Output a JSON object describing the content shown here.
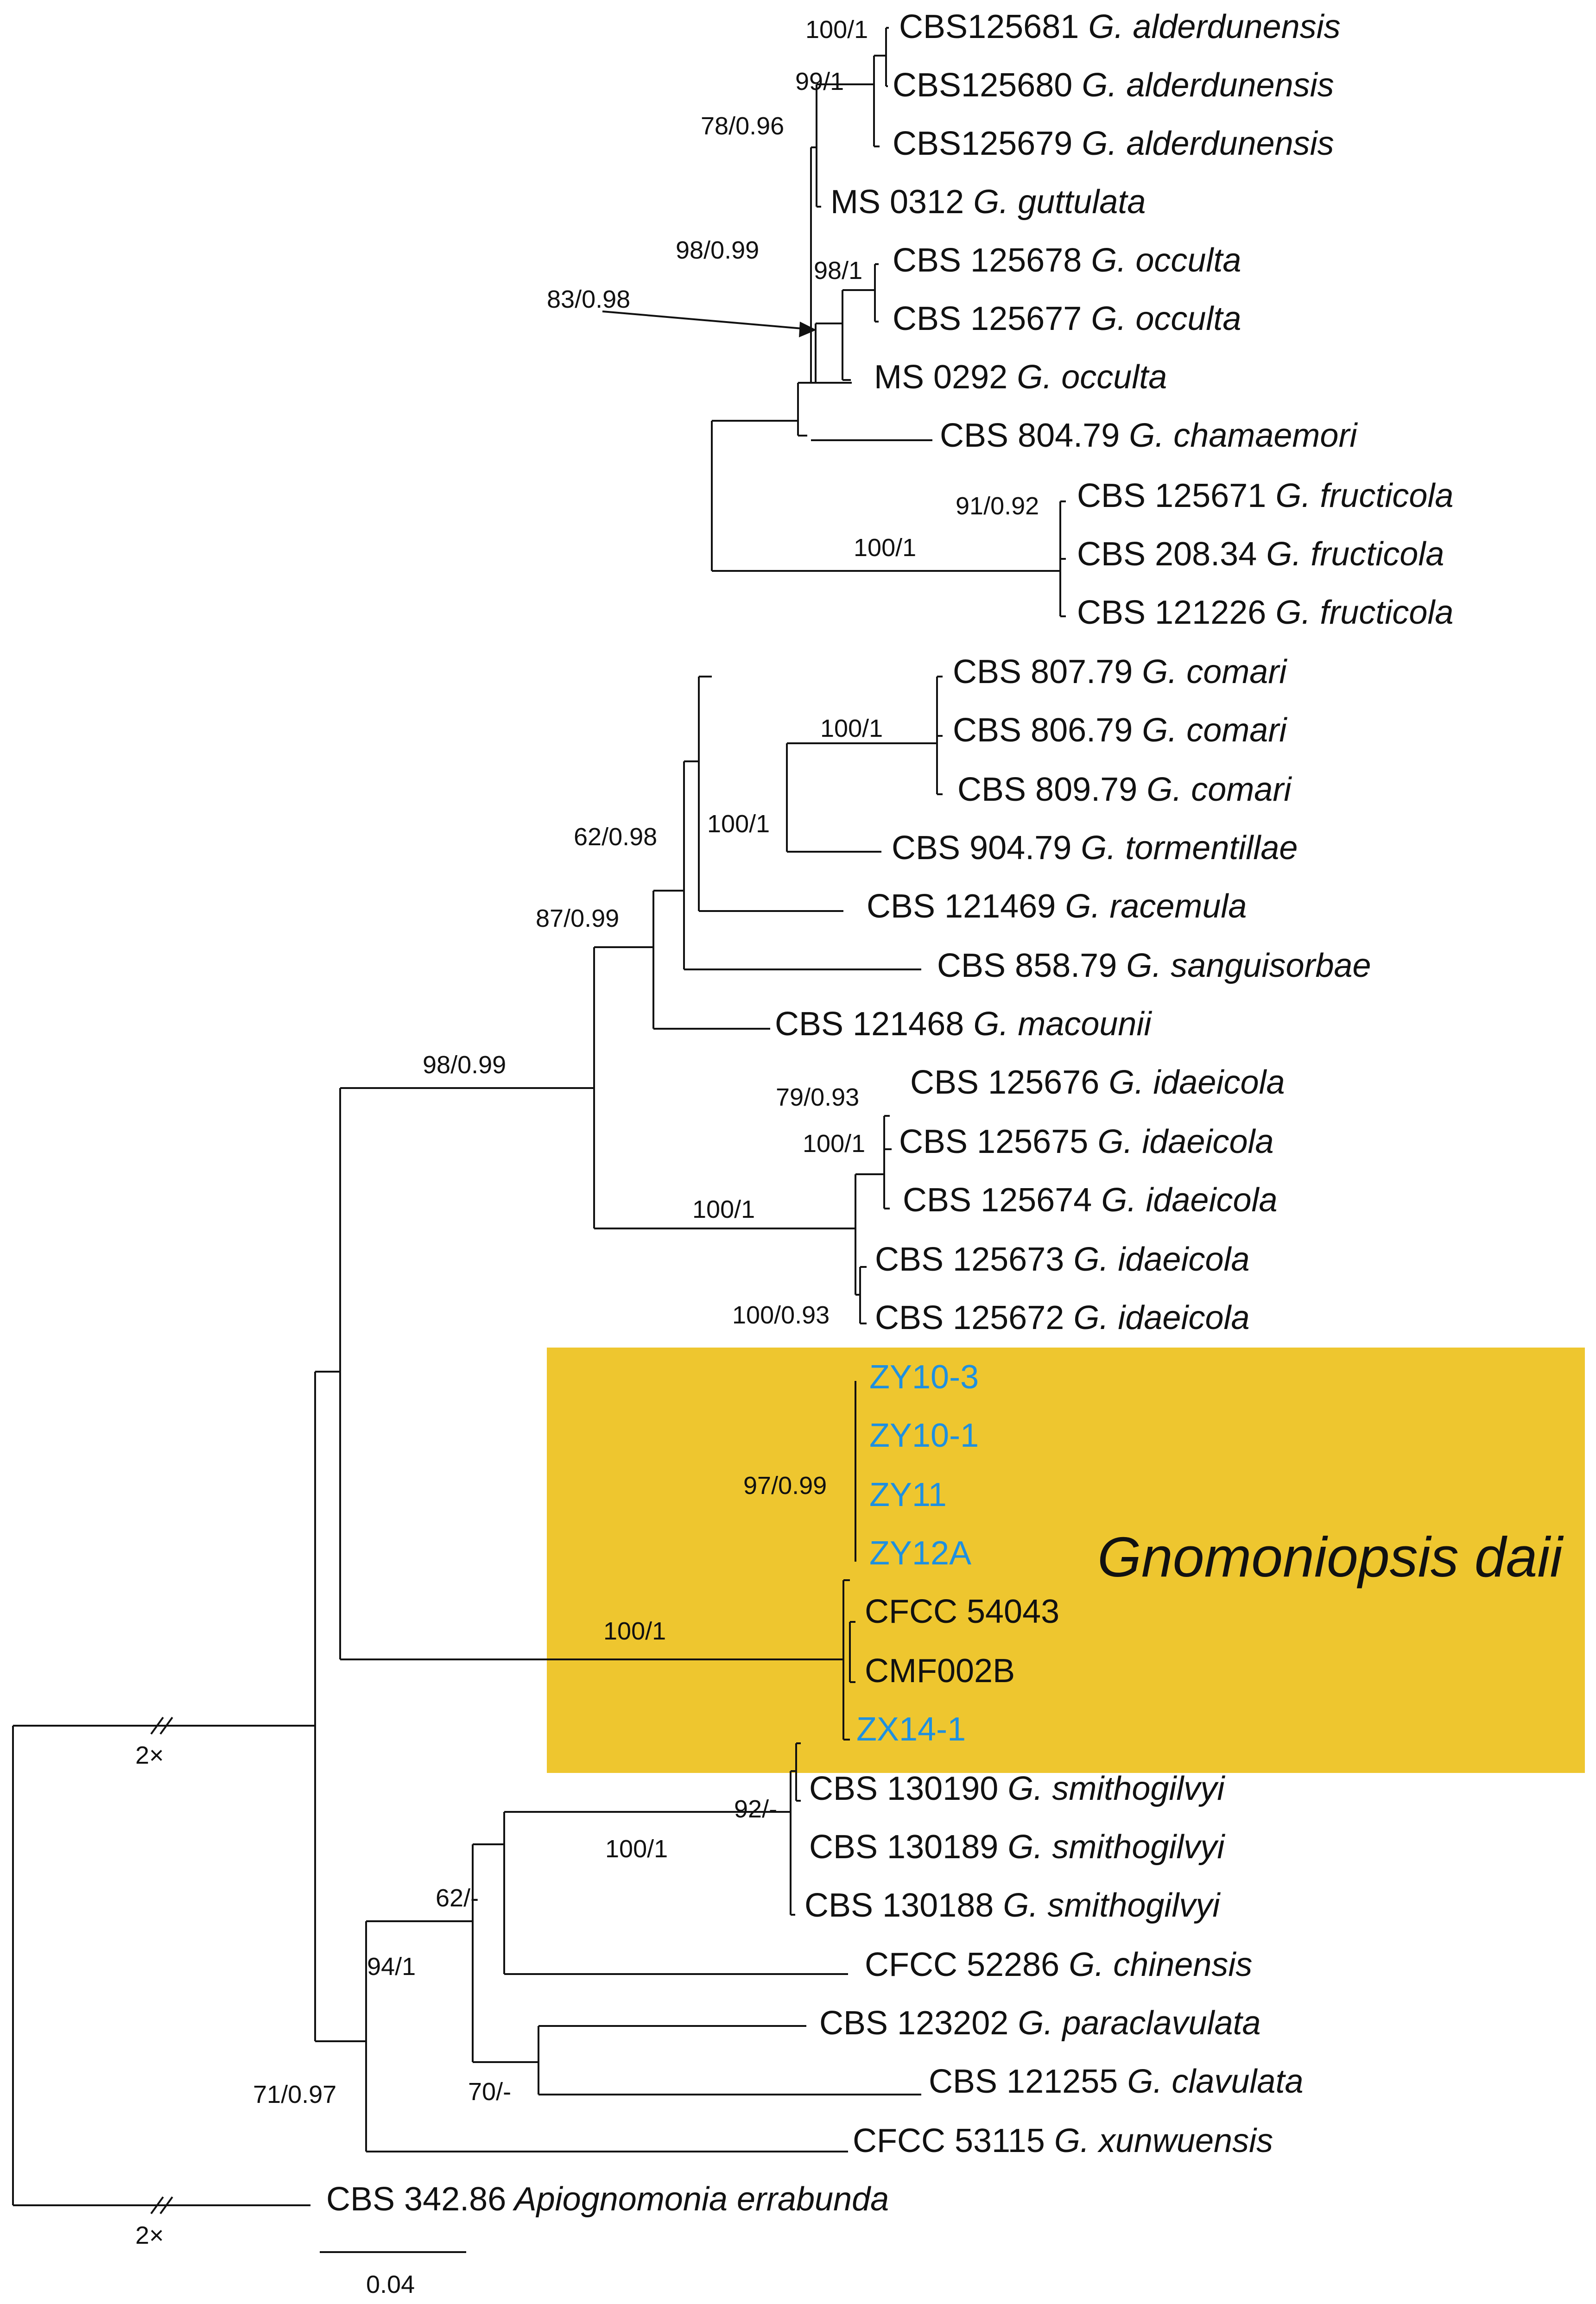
{
  "colors": {
    "highlight": "#EEC62F",
    "isolate": "#1E90E0",
    "text": "#111111"
  },
  "clade_label": "Gnomoniopsis daii",
  "scale_bar": {
    "value": "0.04"
  },
  "break_mark": "2×",
  "taxa": {
    "t1": {
      "acc": "CBS125681",
      "sp": "G. alderdunensis"
    },
    "t2": {
      "acc": "CBS125680",
      "sp": "G. alderdunensis"
    },
    "t3": {
      "acc": "CBS125679",
      "sp": "G. alderdunensis"
    },
    "t4": {
      "acc": "MS 0312",
      "sp": "G. guttulata"
    },
    "t5": {
      "acc": "CBS 125678",
      "sp": "G. occulta"
    },
    "t6": {
      "acc": "CBS 125677",
      "sp": "G. occulta"
    },
    "t7": {
      "acc": "MS 0292",
      "sp": "G. occulta"
    },
    "t8": {
      "acc": "CBS 804.79",
      "sp": "G. chamaemori"
    },
    "t9": {
      "acc": "CBS 125671",
      "sp": "G. fructicola"
    },
    "t10": {
      "acc": "CBS 208.34",
      "sp": "G. fructicola"
    },
    "t11": {
      "acc": "CBS 121226",
      "sp": "G. fructicola"
    },
    "t12": {
      "acc": "CBS 807.79",
      "sp": "G. comari"
    },
    "t13": {
      "acc": "CBS 806.79",
      "sp": "G. comari"
    },
    "t14": {
      "acc": "CBS 809.79",
      "sp": "G. comari"
    },
    "t15": {
      "acc": "CBS 904.79",
      "sp": "G. tormentillae"
    },
    "t16": {
      "acc": "CBS 121469",
      "sp": "G. racemula"
    },
    "t17": {
      "acc": "CBS 858.79",
      "sp": "G. sanguisorbae"
    },
    "t18": {
      "acc": "CBS 121468",
      "sp": "G. macounii"
    },
    "t19": {
      "acc": "CBS 125676",
      "sp": "G. idaeicola"
    },
    "t20": {
      "acc": "CBS 125675",
      "sp": "G. idaeicola"
    },
    "t21": {
      "acc": "CBS 125674",
      "sp": "G. idaeicola"
    },
    "t22": {
      "acc": "CBS 125673",
      "sp": "G. idaeicola"
    },
    "t23": {
      "acc": "CBS 125672",
      "sp": "G. idaeicola"
    },
    "t24": {
      "acc": "ZY10-3"
    },
    "t25": {
      "acc": "ZY10-1"
    },
    "t26": {
      "acc": "ZY11"
    },
    "t27": {
      "acc": "ZY12A"
    },
    "t28": {
      "acc": "CFCC 54043"
    },
    "t29": {
      "acc": "CMF002B"
    },
    "t30": {
      "acc": "ZX14-1"
    },
    "t31": {
      "acc": "CBS 130190",
      "sp": "G. smithogilvyi"
    },
    "t32": {
      "acc": "CBS 130189",
      "sp": "G. smithogilvyi"
    },
    "t33": {
      "acc": "CBS 130188",
      "sp": "G. smithogilvyi"
    },
    "t34": {
      "acc": "CFCC 52286",
      "sp": "G. chinensis"
    },
    "t35": {
      "acc": "CBS 123202",
      "sp": "G. paraclavulata"
    },
    "t36": {
      "acc": "CBS 121255",
      "sp": "G. clavulata"
    },
    "t37": {
      "acc": "CFCC 53115",
      "sp": "G. xunwuensis"
    },
    "t38": {
      "acc": "CBS 342.86",
      "sp": "Apiognomonia errabunda"
    }
  },
  "support": {
    "s1": "100/1",
    "s2": "99/1",
    "s3": "78/0.96",
    "s4": "98/0.99",
    "s5": "98/1",
    "s6": "83/0.98",
    "s7": "91/0.92",
    "s8": "100/1",
    "s9": "100/1",
    "s10": "100/1",
    "s11": "62/0.98",
    "s12": "87/0.99",
    "s13": "98/0.99",
    "s14": "79/0.93",
    "s15": "100/1",
    "s16": "100/1",
    "s17": "100/0.93",
    "s18": "97/0.99",
    "s19": "100/1",
    "s20": "92/-",
    "s21": "100/1",
    "s22": "62/-",
    "s23": "94/1",
    "s24": "70/-",
    "s25": "71/0.97"
  }
}
